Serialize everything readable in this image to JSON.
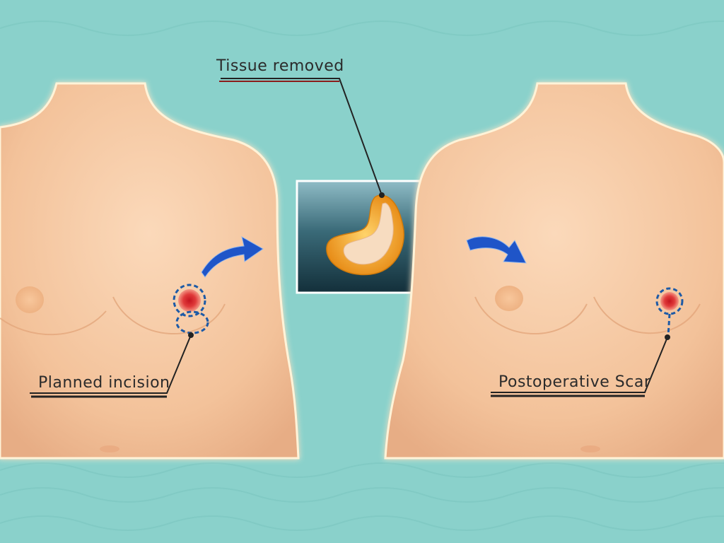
{
  "labels": {
    "tissue_removed": "Tissue removed",
    "planned_incision": "Planned incision",
    "postoperative_scar": "Postoperative Scar"
  },
  "colors": {
    "background": "#8ad1cb",
    "skin": "#f4c49e",
    "incision_dash": "#1d5aa6",
    "arrow": "#1f55c8",
    "tumor": "#d81e2a",
    "tissue": "#f6a623",
    "inset_bg": "#1d3f4a"
  }
}
